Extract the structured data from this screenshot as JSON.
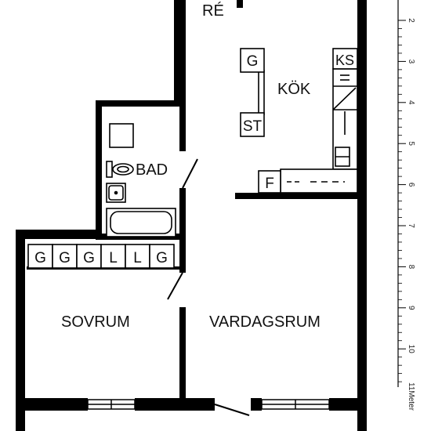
{
  "rooms": {
    "hall_partial": "RÉ",
    "kitchen": "KÖK",
    "bath": "BAD",
    "bedroom": "SOVRUM",
    "living": "VARDAGSRUM"
  },
  "kitchen_fixtures": {
    "g": "G",
    "st": "ST",
    "ks": "KS",
    "f": "F"
  },
  "wardrobes": [
    "G",
    "G",
    "G",
    "L",
    "L",
    "G"
  ],
  "scale": {
    "ticks": [
      "2",
      "3",
      "4",
      "5",
      "6",
      "7",
      "8",
      "9",
      "10"
    ],
    "end_label": "11Meter"
  }
}
